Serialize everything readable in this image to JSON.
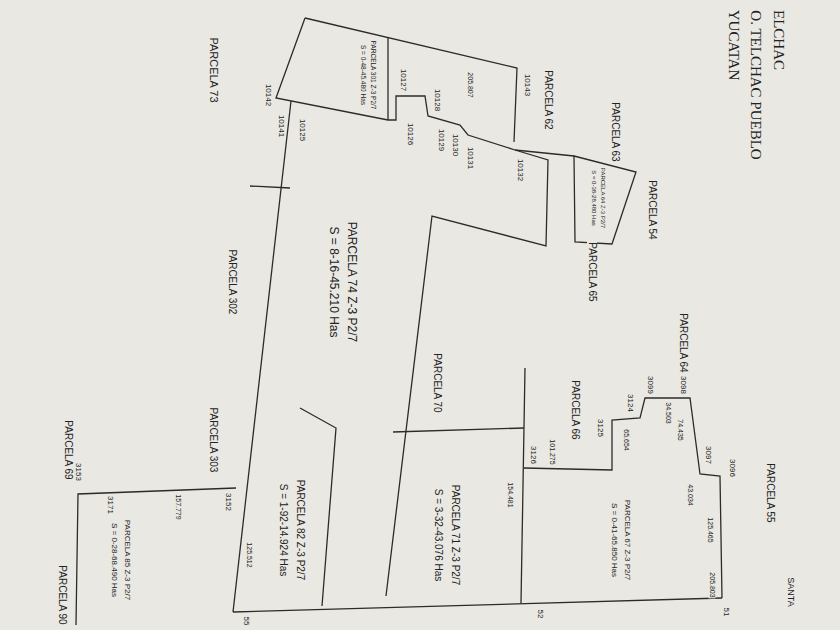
{
  "diagram": {
    "labels": [
      "ELCHAC",
      "O. TELCHAC PUEBLO",
      "YUCATAN",
      "PARCELA 73",
      "PARCELA 62",
      "PARCELA 63",
      "PARCELA 54",
      "PARCELA 65",
      "PARCELA 302",
      "PARCELA 303",
      "PARCELA 70",
      "PARCELA 66",
      "PARCELA 64",
      "PARCELA 55",
      "PARCELA 69",
      "PARCELA 90",
      "SANTA",
      "PARCELA 74 Z-3 P2/7",
      "S = 8-16-45.210 Has",
      "PARCELA 71 Z-3 P2/7",
      "S = 3-32-43.076 Has",
      "PARCELA 82 Z-3 P2/7",
      "S = 1-92-14.924 Has",
      "PARCELA 67 Z-3 P2/7",
      "S = 0-41-65.850 Has",
      "PARCELA 85 Z-3 P2/7",
      "S = 0-28-68.490 Has",
      "PARCELA 64 Z-3 P2/7",
      "S = 0-38-28.480 Has",
      "PARCELA 301 Z-3 P2/7",
      "S = 0-48-45.480 Has",
      "10142",
      "10143",
      "10141",
      "10125",
      "10128",
      "10127",
      "10126",
      "10129",
      "10130",
      "10131",
      "10132",
      "3099",
      "3098",
      "3124",
      "3125",
      "3097",
      "3096",
      "3126",
      "3153",
      "3152",
      "3171",
      "51",
      "52",
      "55",
      "205.807",
      "34.503",
      "74.435",
      "65.654",
      "43.034",
      "101.275",
      "125.465",
      "205.803",
      "154.481",
      "157.779",
      "125.512"
    ]
  }
}
